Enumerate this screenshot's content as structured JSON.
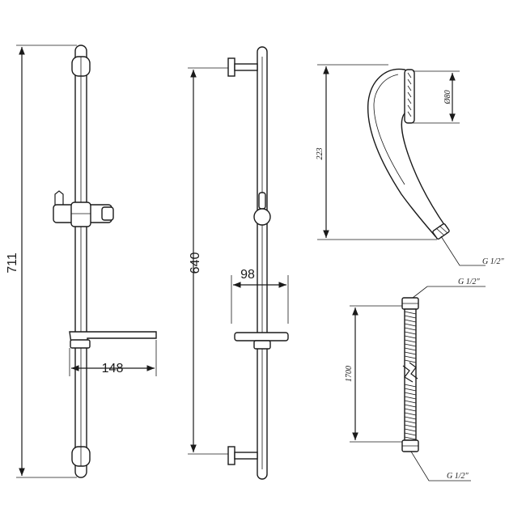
{
  "dimensions": {
    "overall_height": "711",
    "rail_height": "640",
    "wall_offset": "98",
    "dish_width": "148",
    "handshower_length": "223",
    "head_diameter": "Ø80",
    "hose_length": "1700"
  },
  "labels": {
    "thread_handshower": "G 1/2\"",
    "thread_hose_top": "G 1/2\"",
    "thread_hose_bottom": "G 1/2\""
  }
}
